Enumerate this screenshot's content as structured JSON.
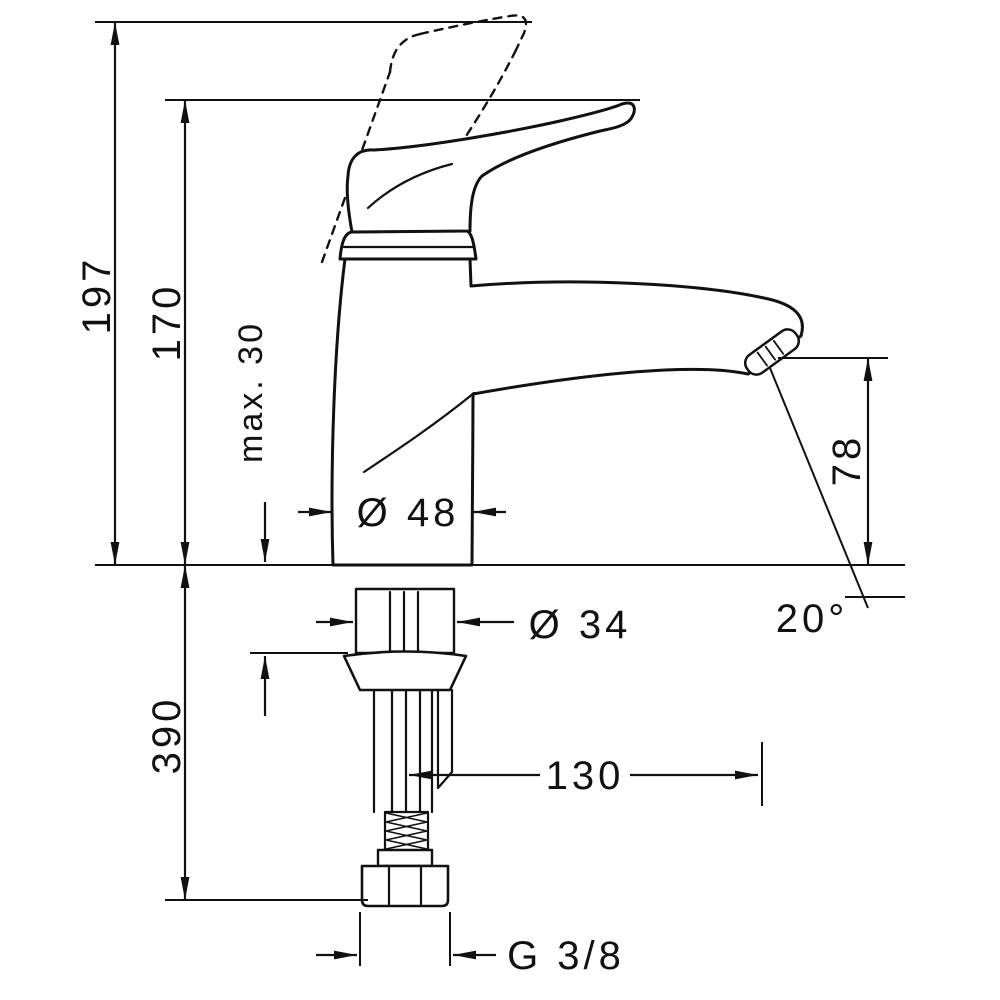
{
  "drawing": {
    "title": "single-lever basin mixer dimension drawing",
    "labels": {
      "total_height": "197",
      "spout_top_height": "170",
      "max_mounting_thickness": "max. 30",
      "body_diameter": "Ø 48",
      "outlet_height": "78",
      "outlet_angle": "20°",
      "hole_diameter": "Ø 34",
      "hose_length": "390",
      "spout_reach": "130",
      "connection_thread": "G 3/8"
    },
    "colors": {
      "line": "#111111",
      "background": "#ffffff"
    }
  }
}
